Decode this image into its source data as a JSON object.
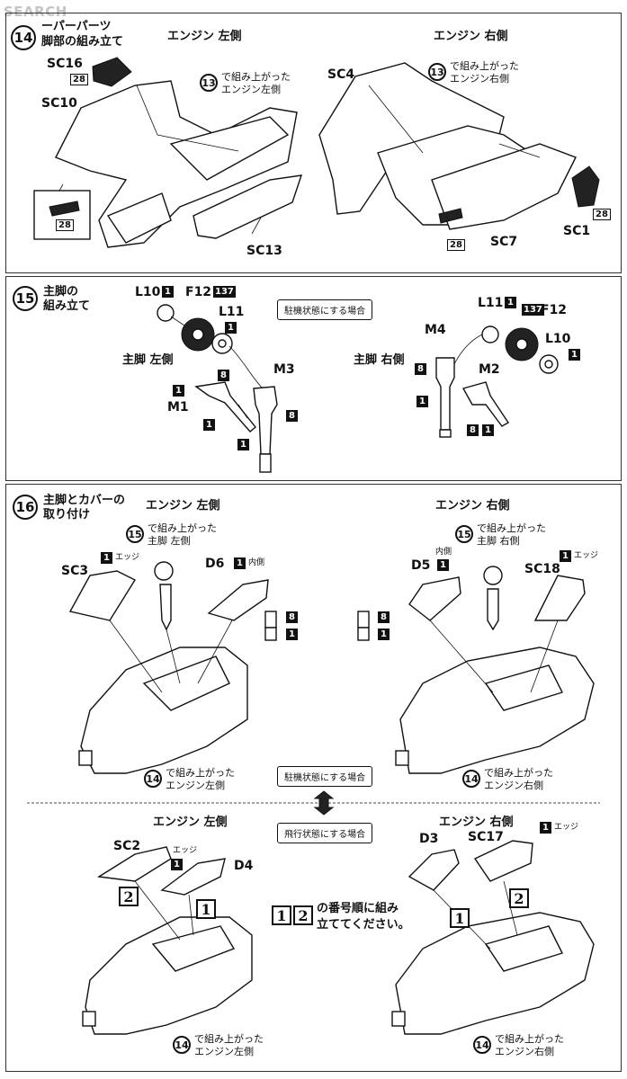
{
  "watermark": "SEARCH",
  "step14": {
    "number": "14",
    "title_line1": "ーパーパーツ",
    "title_line2": "脚部の組み立て",
    "left_header": "エンジン 左側",
    "right_header": "エンジン 右側",
    "ref_number": "13",
    "ref_text_left": "で組み上がった",
    "ref_text_left2": "エンジン左側",
    "ref_text_right": "で組み上がった",
    "ref_text_right2": "エンジン右側",
    "parts": {
      "sc16": "SC16",
      "sc16_badge": "28",
      "sc10": "SC10",
      "inset_badge": "28",
      "sc13": "SC13",
      "sc4": "SC4",
      "sc7": "SC7",
      "sc7_badge": "28",
      "sc1": "SC1",
      "sc1_badge": "28"
    }
  },
  "step15": {
    "number": "15",
    "title_line1": "主脚の",
    "title_line2": "組み立て",
    "parked_note": "駐機状態にする場合",
    "left_label": "主脚 左側",
    "right_label": "主脚 右側",
    "parts_left": {
      "l10": "L10",
      "l10_badge": "1",
      "f12": "F12",
      "f12_badge": "137",
      "l11": "L11",
      "l11_badge": "1",
      "m3": "M3",
      "m3_badge": "8",
      "m1": "M1",
      "m1_badge_a": "1",
      "m1_badge_b": "8",
      "m1_badge_c": "1",
      "bottom_badge": "1"
    },
    "parts_right": {
      "l11": "L11",
      "l11_badge": "1",
      "f12": "F12",
      "f12_badge": "137",
      "m4": "M4",
      "m4_badge": "8",
      "l10": "L10",
      "l10_badge": "1",
      "m2": "M2",
      "m2_badge_a": "8",
      "m2_badge_b": "1",
      "bottom_badge": "1"
    }
  },
  "step16": {
    "number": "16",
    "title_line1": "主脚とカバーの",
    "title_line2": "取り付け",
    "left_header": "エンジン 左側",
    "right_header": "エンジン 右側",
    "ref15": "15",
    "ref15_left_a": "で組み上がった",
    "ref15_left_b": "主脚 左側",
    "ref15_right_a": "で組み上がった",
    "ref15_right_b": "主脚 右側",
    "ref14": "14",
    "ref14_left_a": "で組み上がった",
    "ref14_left_b": "エンジン左側",
    "ref14_right_a": "で組み上がった",
    "ref14_right_b": "エンジン右側",
    "sc3": "SC3",
    "sc3_badge": "1",
    "sc3_note": "エッジ",
    "d6": "D6",
    "d6_badge": "1",
    "d6_note": "内側",
    "d6_sub_badge_a": "8",
    "d6_sub_badge_b": "1",
    "d5": "D5",
    "d5_note": "内側",
    "d5_badge": "1",
    "d5_sub_badge_a": "8",
    "d5_sub_badge_b": "1",
    "sc18": "SC18",
    "sc18_badge": "1",
    "sc18_note": "エッジ",
    "parked_note": "駐機状態にする場合",
    "flight_note": "飛行状態にする場合",
    "lower_left_header": "エンジン 左側",
    "lower_right_header": "エンジン 右側",
    "sc2": "SC2",
    "sc2_note": "エッジ",
    "sc2_badge": "1",
    "d4": "D4",
    "d3": "D3",
    "sc17": "SC17",
    "sc17_badge": "1",
    "sc17_note": "エッジ",
    "order_1": "1",
    "order_2": "2",
    "order_text_1": "の番号順に組み",
    "order_text_2": "立ててください。"
  }
}
